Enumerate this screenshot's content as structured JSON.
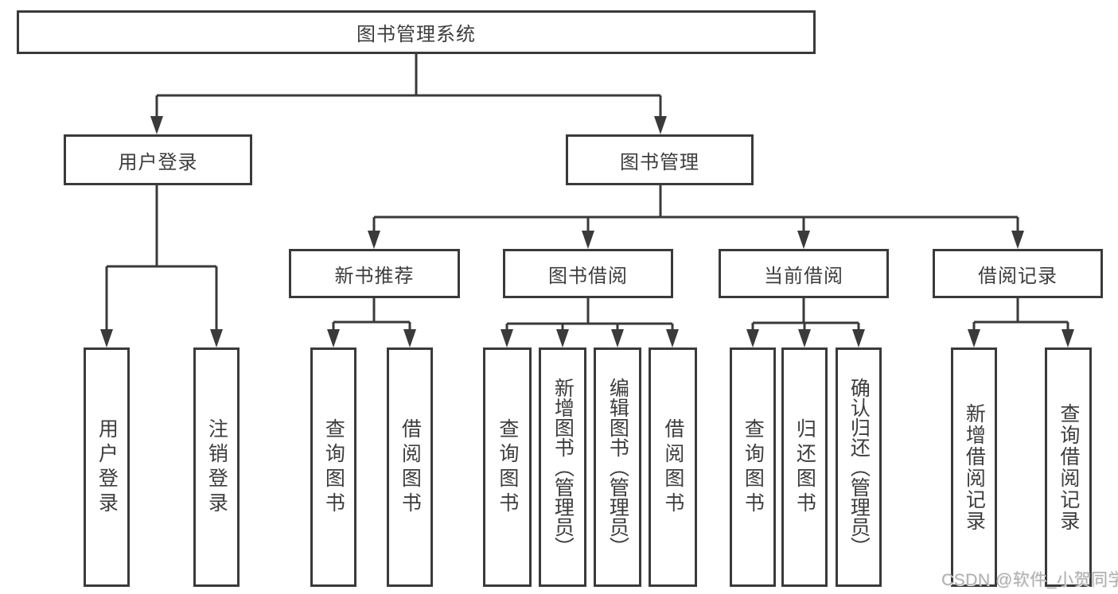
{
  "diagram": {
    "title_node": {
      "label": "图书管理系统"
    },
    "level2": [
      {
        "label": "用户登录"
      },
      {
        "label": "图书管理"
      }
    ],
    "level3": [
      {
        "label": "新书推荐"
      },
      {
        "label": "图书借阅"
      },
      {
        "label": "当前借阅"
      },
      {
        "label": "借阅记录"
      }
    ],
    "leaves": [
      {
        "label": "用户登录",
        "parent": "用户登录"
      },
      {
        "label": "注销登录",
        "parent": "用户登录"
      },
      {
        "label": "查询图书",
        "parent": "新书推荐"
      },
      {
        "label": "借阅图书",
        "parent": "新书推荐"
      },
      {
        "label": "查询图书",
        "parent": "图书借阅"
      },
      {
        "label": "新增图书（管理员）",
        "parent": "图书借阅"
      },
      {
        "label": "编辑图书（管理员）",
        "parent": "图书借阅"
      },
      {
        "label": "借阅图书",
        "parent": "图书借阅"
      },
      {
        "label": "查询图书",
        "parent": "当前借阅"
      },
      {
        "label": "归还图书",
        "parent": "当前借阅"
      },
      {
        "label": "确认归还（管理员）",
        "parent": "当前借阅"
      },
      {
        "label": "新增借阅记录",
        "parent": "借阅记录"
      },
      {
        "label": "查询借阅记录",
        "parent": "借阅记录"
      }
    ],
    "watermark": "CSDN @软件_小贺同学",
    "colors": {
      "line": "#3a3a3a",
      "text": "#3d3d3d",
      "watermark": "#b0b0b0",
      "background": "#ffffff"
    }
  }
}
